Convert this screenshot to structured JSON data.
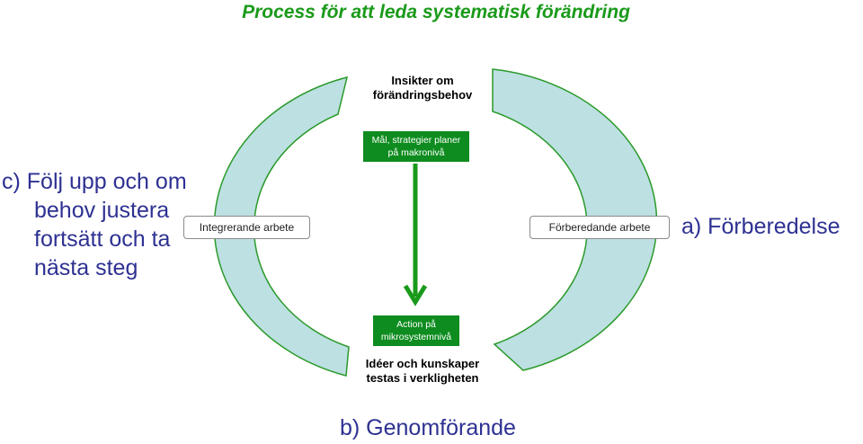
{
  "title": "Process för att leda systematisk förändring",
  "phases": {
    "c_lines": [
      "c)  Följ upp och om",
      "behov justera",
      "fortsätt och ta",
      "nästa steg"
    ],
    "a": "a)  Förberedelse",
    "b": "b)  Genomförande"
  },
  "cycle": {
    "top_label": [
      "Insikter om",
      "förändringsbehov"
    ],
    "bottom_label": [
      "Idéer och kunskaper",
      "testas i verkligheten"
    ],
    "left_box": "Integrerande arbete",
    "right_box": "Förberedande arbete"
  },
  "center": {
    "top_box": [
      "Mål, strategier planer",
      "på makronivå"
    ],
    "bottom_box": [
      "Action på",
      "mikrosystemnivå"
    ]
  },
  "colors": {
    "title": "#1a9a1a",
    "phase_text": "#2e3192",
    "arc_fill": "#bde0e2",
    "arc_border": "#2a9a2a",
    "box_fill": "#0e8c1f",
    "arrow": "#1a9a1a"
  }
}
